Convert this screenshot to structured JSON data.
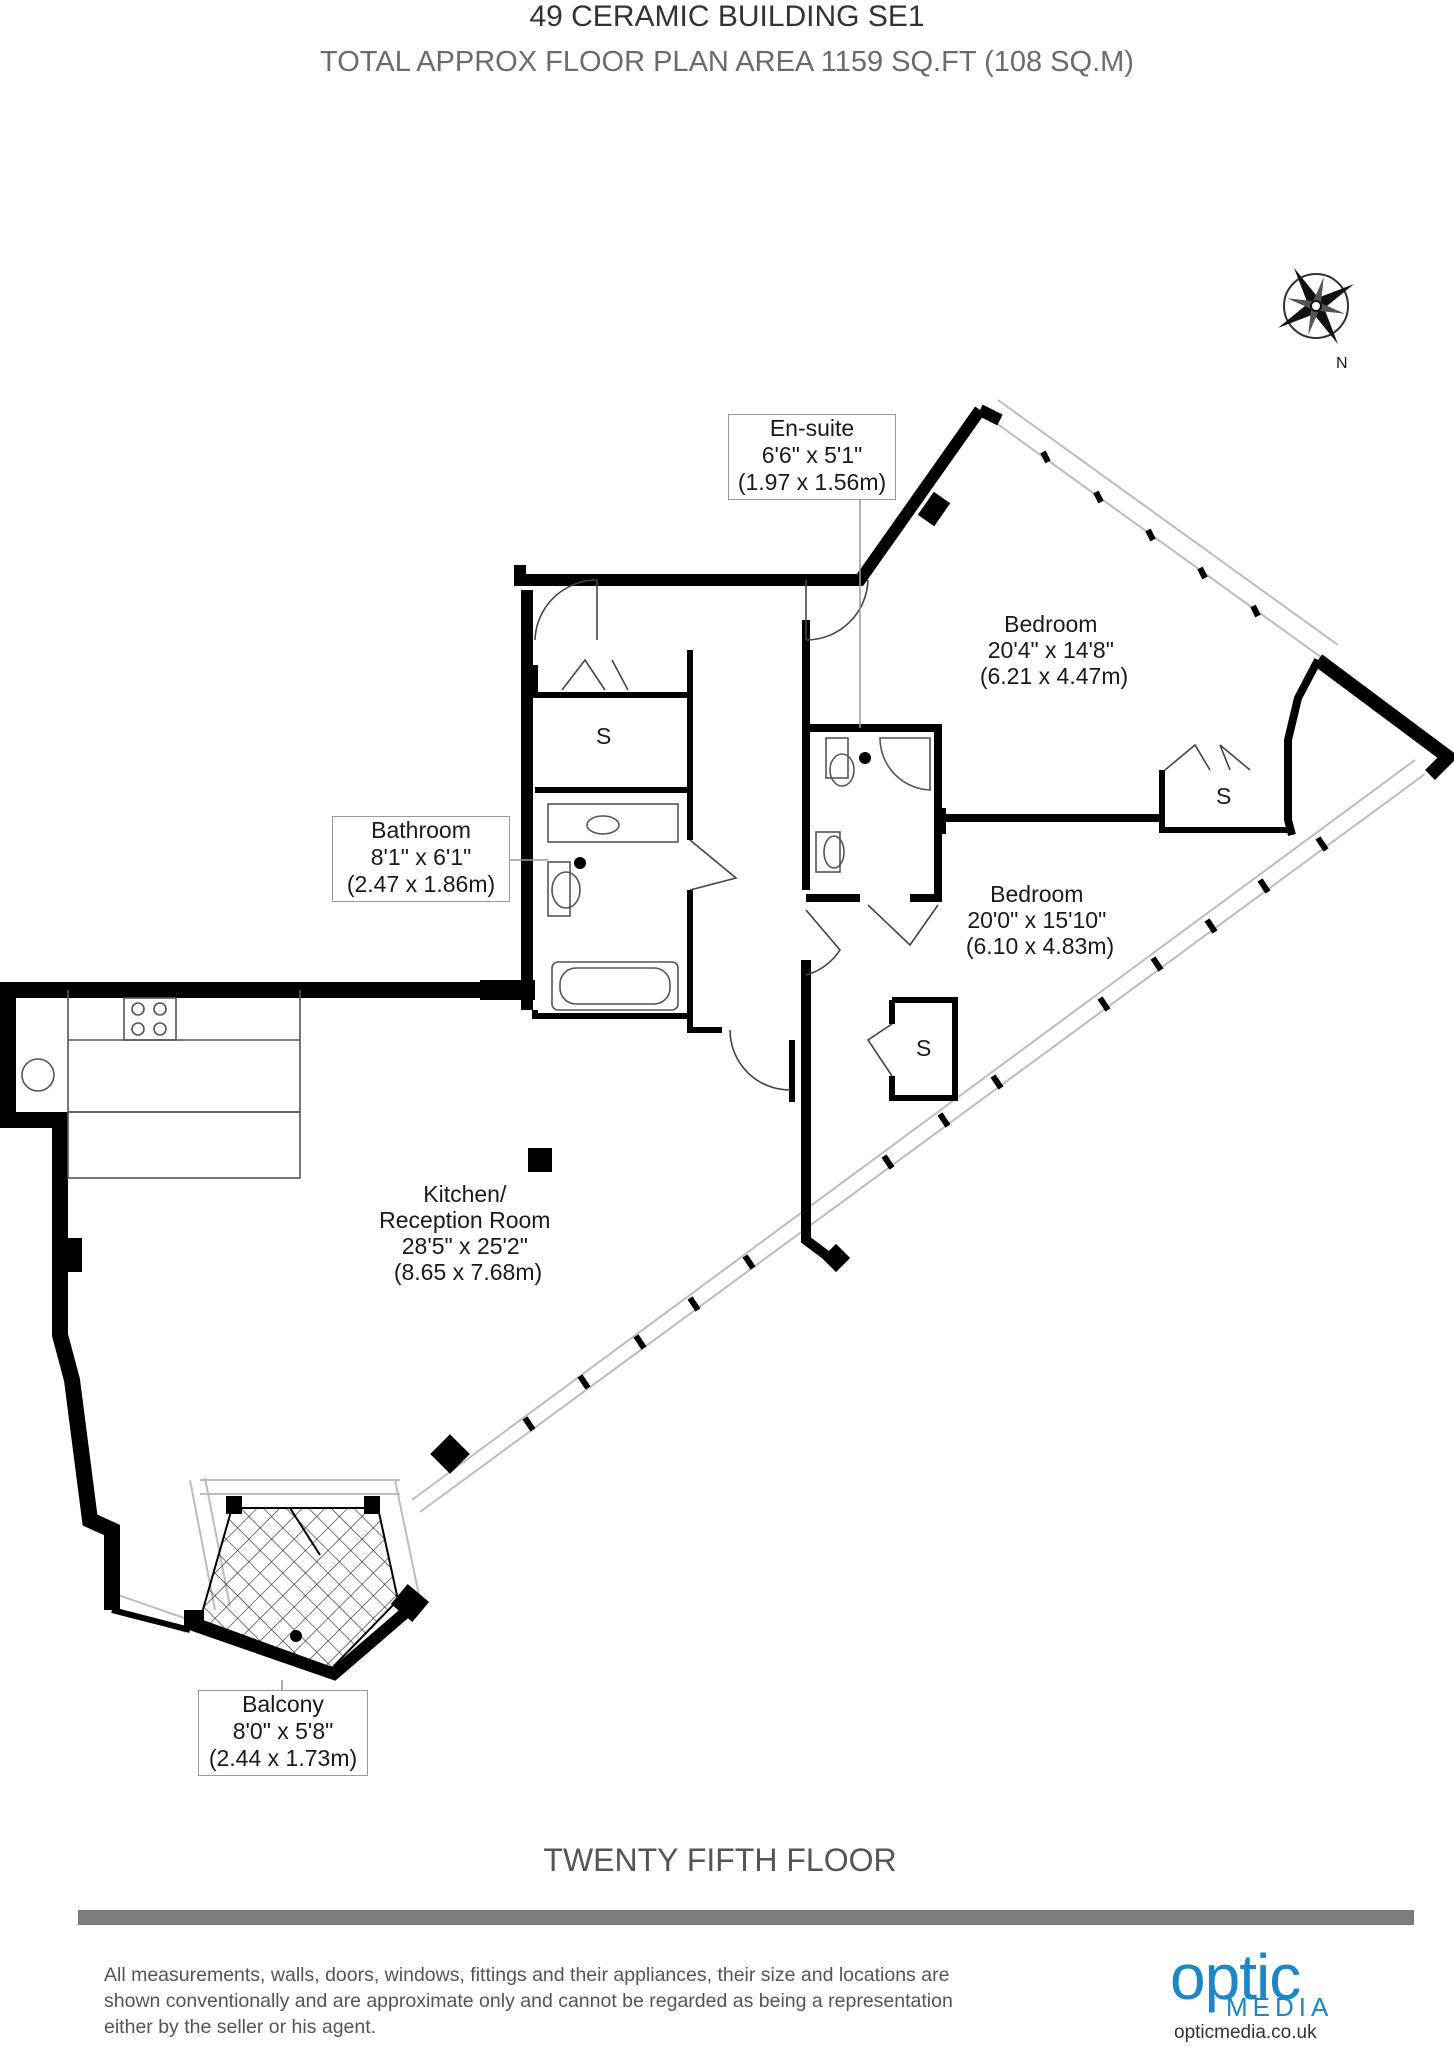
{
  "header": {
    "title": "49 CERAMIC BUILDING SE1",
    "subtitle": "TOTAL APPROX FLOOR PLAN AREA 1159 SQ.FT (108 SQ.M)"
  },
  "compass": {
    "label": "N"
  },
  "rooms": {
    "ensuite": {
      "name": "En-suite",
      "imperial": "6'6\" x 5'1\"",
      "metric": "(1.97 x 1.56m)"
    },
    "bedroom1": {
      "name": "Bedroom",
      "imperial": "20'4\" x 14'8\"",
      "metric": "(6.21 x 4.47m)"
    },
    "bathroom": {
      "name": "Bathroom",
      "imperial": "8'1\" x 6'1\"",
      "metric": "(2.47 x 1.86m)"
    },
    "bedroom2": {
      "name": "Bedroom",
      "imperial": "20'0\" x 15'10\"",
      "metric": "(6.10 x 4.83m)"
    },
    "kitchen": {
      "name1": "Kitchen/",
      "name2": "Reception Room",
      "imperial": "28'5\" x 25'2\"",
      "metric": "(8.65 x 7.68m)"
    },
    "balcony": {
      "name": "Balcony",
      "imperial": "8'0\" x 5'8\"",
      "metric": "(2.44 x 1.73m)"
    }
  },
  "storage_label": "S",
  "floor_name": "TWENTY FIFTH FLOOR",
  "disclaimer": {
    "line1": "All measurements, walls, doors, windows, fittings and their appliances, their size and locations are",
    "line2": "shown conventionally and are approximate only and cannot be regarded as being a representation",
    "line3": "either by the seller or his agent."
  },
  "logo": {
    "word": "optic",
    "sub": "MEDIA",
    "url": "opticmedia.co.uk"
  },
  "colors": {
    "wall": "#000000",
    "window": "#bdbdbd",
    "brand": "#1c86c8",
    "rule": "#7d7d7d"
  }
}
